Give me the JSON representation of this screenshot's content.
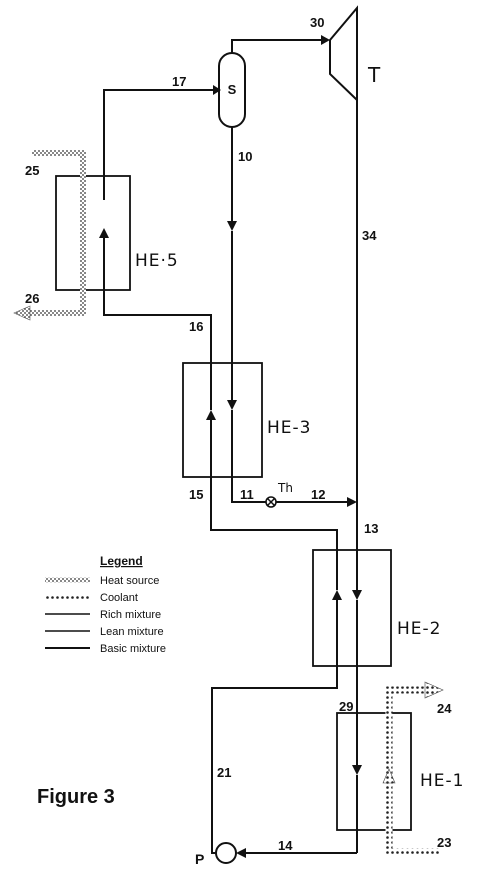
{
  "figure_label": "Figure 3",
  "components": {
    "separator": "S",
    "turbine": "T",
    "pump": "P",
    "throttle": "Th",
    "he1": "HE-1",
    "he2": "HE-2",
    "he3": "HE-3",
    "he5": "HE·5"
  },
  "streams": {
    "s10": "10",
    "s11": "11",
    "s12": "12",
    "s13": "13",
    "s14": "14",
    "s15": "15",
    "s16": "16",
    "s17": "17",
    "s21": "21",
    "s23": "23",
    "s24": "24",
    "s25": "25",
    "s26": "26",
    "s29": "29",
    "s30": "30",
    "s34": "34"
  },
  "legend": {
    "title": "Legend",
    "items": [
      "Heat source",
      "Coolant",
      "Rich mixture",
      "Lean mixture",
      "Basic mixture"
    ]
  }
}
